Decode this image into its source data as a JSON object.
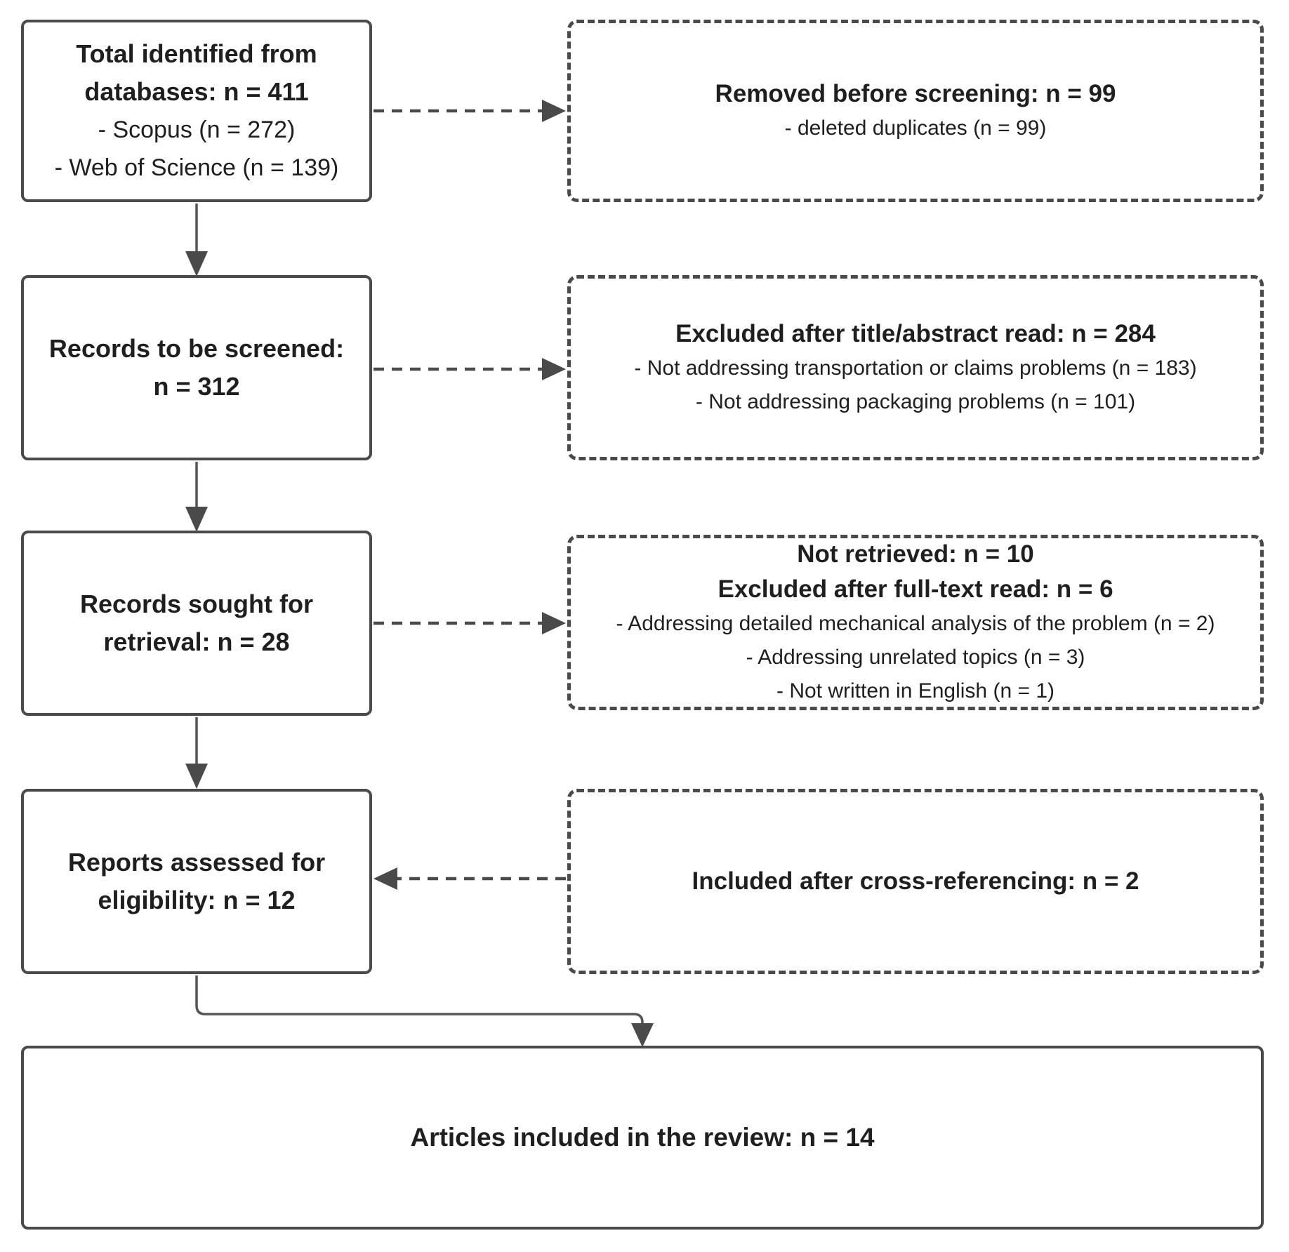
{
  "diagram_title": "Systematic review article selection flow",
  "colors": {
    "background": "#ffffff",
    "box_border": "#4a4a4a",
    "text": "#1f1f1f",
    "connector": "#555555",
    "arrowhead": "#4a4a4a"
  },
  "boxes": {
    "identified": {
      "lines": [
        "Total identified from",
        "databases: n = 411",
        "- Scopus (n = 272)",
        "- Web of Science (n = 139)"
      ]
    },
    "removed_before_screening": {
      "lines": [
        "Removed before screening: n = 99",
        "- deleted duplicates (n = 99)"
      ]
    },
    "to_be_screened": {
      "lines": [
        "Records to be screened:",
        "n = 312"
      ]
    },
    "excluded_title_abstract": {
      "lines": [
        "Excluded after title/abstract read: n = 284",
        "- Not addressing transportation or claims problems (n = 183)",
        "- Not addressing packaging problems (n = 101)"
      ]
    },
    "sought_for_retrieval": {
      "lines": [
        "Records sought for",
        "retrieval: n = 28"
      ]
    },
    "not_retrieved_excluded_fulltext": {
      "lines": [
        "Not retrieved: n = 10",
        "Excluded after full-text read: n = 6",
        "- Addressing detailed mechanical analysis of the problem (n = 2)",
        "- Addressing unrelated topics (n = 3)",
        "- Not written in English (n = 1)"
      ]
    },
    "assessed_for_eligibility": {
      "lines": [
        "Reports assessed for",
        "eligibility: n = 12"
      ]
    },
    "included_cross_referencing": {
      "lines": [
        "Included after cross-referencing: n = 2"
      ]
    },
    "included_in_review": {
      "lines": [
        "Articles included in the review: n = 14"
      ]
    }
  },
  "arrows": [
    {
      "from": "identified",
      "to": "removed_before_screening",
      "style": "dashed-right"
    },
    {
      "from": "identified",
      "to": "to_be_screened",
      "style": "solid-down"
    },
    {
      "from": "to_be_screened",
      "to": "excluded_title_abstract",
      "style": "dashed-right"
    },
    {
      "from": "to_be_screened",
      "to": "sought_for_retrieval",
      "style": "solid-down"
    },
    {
      "from": "sought_for_retrieval",
      "to": "not_retrieved_excluded_fulltext",
      "style": "dashed-right"
    },
    {
      "from": "sought_for_retrieval",
      "to": "assessed_for_eligibility",
      "style": "solid-down"
    },
    {
      "from": "included_cross_referencing",
      "to": "assessed_for_eligibility",
      "style": "dashed-left"
    },
    {
      "from": "assessed_for_eligibility",
      "to": "included_in_review",
      "style": "solid-elbow-down"
    }
  ]
}
